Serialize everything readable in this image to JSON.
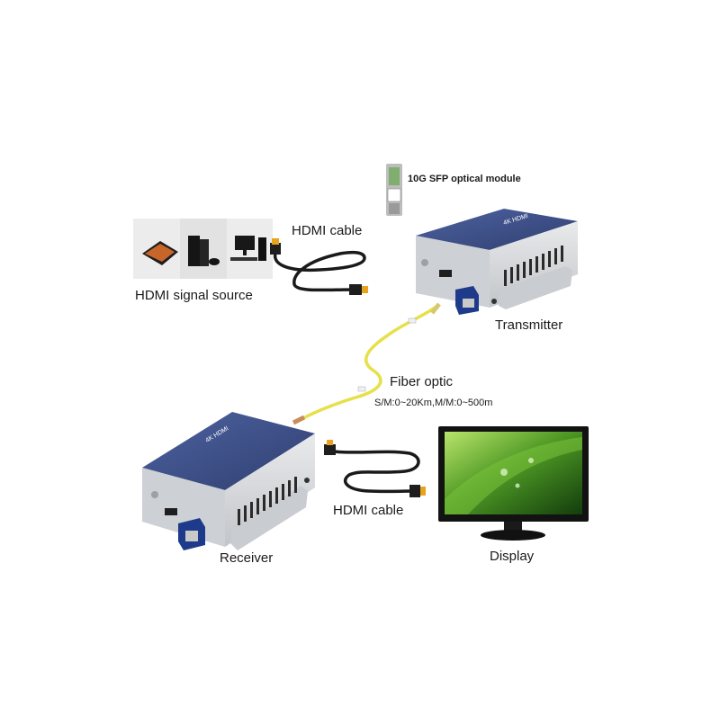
{
  "labels": {
    "sfp_module": "10G SFP optical module",
    "hdmi_cable_top": "HDMI cable",
    "signal_source": "HDMI signal source",
    "transmitter": "Transmitter",
    "fiber_optic": "Fiber optic",
    "fiber_spec": "S/M:0~20Km,M/M:0~500m",
    "receiver": "Receiver",
    "hdmi_cable_bottom": "HDMI cable",
    "display": "Display"
  },
  "device_print": {
    "transmitter_brand": "4K HDMI",
    "receiver_brand": "4K HDMI"
  },
  "sources": [
    "tablet",
    "game-console",
    "desktop-computer"
  ],
  "colors": {
    "device_top": "#3d4f86",
    "device_body": "#d7d9dc",
    "fiber": "#e6e04a",
    "hdmi_plug": "#e8a21e",
    "cable": "#1a1a1a"
  },
  "icons": [
    "tablet-icon",
    "game-console-icon",
    "desktop-computer-icon",
    "sfp-module-icon",
    "monitor-icon"
  ]
}
